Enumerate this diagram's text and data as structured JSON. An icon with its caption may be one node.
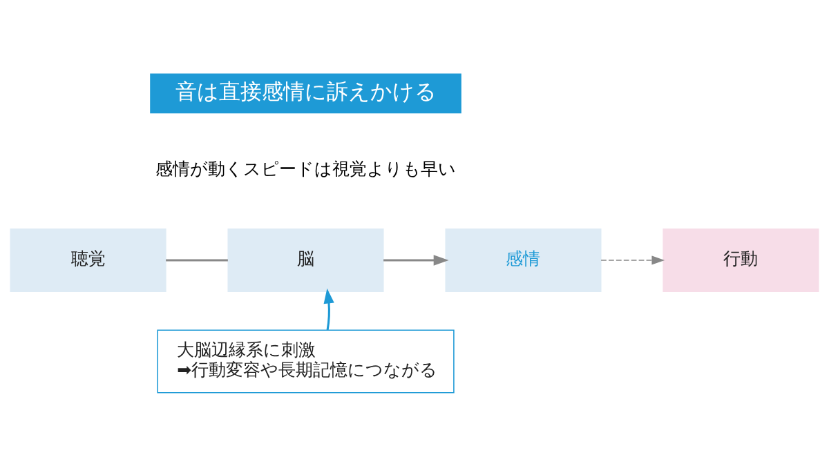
{
  "diagram": {
    "nodes": [
      {
        "text": [
          "音は直接感情に訴えかける"
        ]
      },
      {
        "text": [
          "聴覚"
        ]
      },
      {
        "text": [
          "脳"
        ]
      },
      {
        "text": [
          "感情"
        ]
      },
      {
        "text": [
          "行動"
        ]
      },
      {
        "text": [
          "大脳辺縁系に刺激",
          "➡行動変容や長期記憶につながる"
        ]
      }
    ],
    "edges": [
      {
        "from": 1,
        "to": 2,
        "arrow": "none"
      },
      {
        "from": 2,
        "to": 3,
        "arrow": "to"
      },
      {
        "from": 3,
        "to": 4,
        "arrow": "to",
        "style": "dashed"
      },
      {
        "from": 5,
        "to": 2,
        "arrow": "to",
        "color": "#1e9ad6"
      }
    ],
    "labels": [
      "感情が動くスピードは視覚よりも早い"
    ]
  }
}
